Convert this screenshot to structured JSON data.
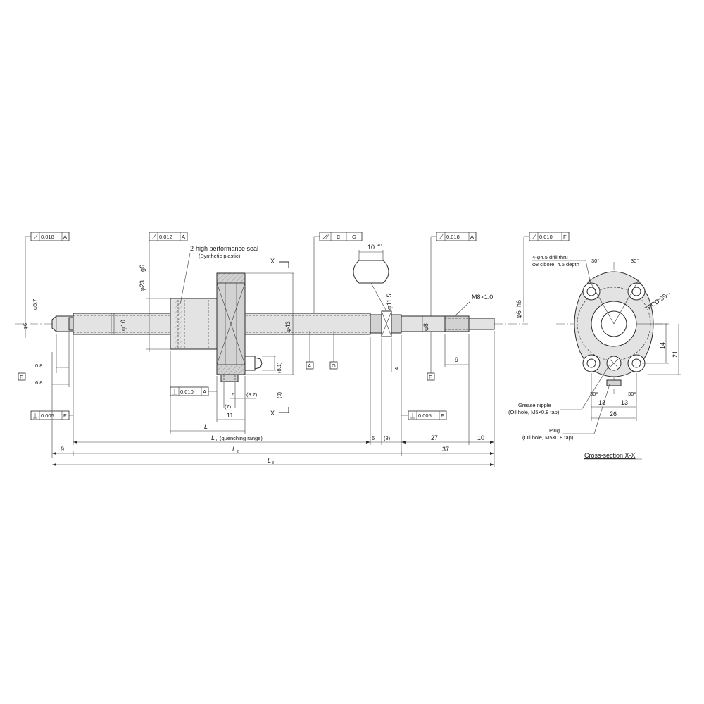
{
  "fcf": {
    "runout_left": "0.018",
    "runout_left_datum": "A",
    "runout_nut": "0.012",
    "runout_nut_datum": "A",
    "cyl_mid_c": "C",
    "cyl_mid_g": "G",
    "runout_right": "0.018",
    "runout_right_datum": "A",
    "runout_flange": "0.010",
    "runout_flange_datum": "F",
    "perp_nut": "0.010",
    "perp_nut_datum": "A",
    "perp_left": "0.005",
    "perp_left_datum": "F",
    "perp_right": "0.005",
    "perp_right_datum": "F"
  },
  "datums": {
    "a": "A",
    "g": "G",
    "f_left": "F",
    "f_right": "F"
  },
  "labels": {
    "seal_line1": "2-high performance seal",
    "seal_line2": "(Synthetic plastic)",
    "section_x_top": "X",
    "section_x_bottom": "X",
    "thread": "M8×1.0",
    "drill_line1": "4-φ4.5 drill thru",
    "drill_line2": "φ8 c'bore, 4.5 depth",
    "pcd": "PCD 33",
    "grease_line1": "Grease nipple",
    "grease_line2": "(Oil hole, M5×0.8 tap)",
    "plug_line1": "Plug",
    "plug_line2": "(Oil hole, M5×0.8 tap)",
    "cross_section": "Cross-section X-X"
  },
  "dims": {
    "d_left_end": "φ6",
    "d_left_relief": "φ5.7",
    "d_shaft": "φ10",
    "d_nut": "φ23",
    "d_flange": "φ43",
    "d_bearing": "φ11.5",
    "d_journal": "φ8",
    "d_right_end": "φ6",
    "nut_fit": "g6",
    "right_fit": "h6",
    "flat_width": "10",
    "left_08": "0.8",
    "left_68": "6.8",
    "nut_6": "6",
    "nut_87": "(8.7)",
    "nut_7": "(7)",
    "nut_11": "11",
    "nut_81": "(8.1)",
    "nut_9": "(9)",
    "right_4": "4",
    "right_9": "9",
    "L": "L",
    "L1_label": "L",
    "L1_sub": "1",
    "L1_note": "(quenching range)",
    "L2_label": "L",
    "L2_sub": "2",
    "L3_label": "L",
    "L3_sub": "3",
    "d9_left": "9",
    "d5": "5",
    "d8": "(8)",
    "d27": "27",
    "d10": "10",
    "d37": "37",
    "xs_30_tl": "30°",
    "xs_30_tr": "30°",
    "xs_30_bl": "30°",
    "xs_30_br": "30°",
    "xs_14": "14",
    "xs_21": "21",
    "xs_13_l": "13",
    "xs_13_r": "13",
    "xs_26": "26"
  }
}
